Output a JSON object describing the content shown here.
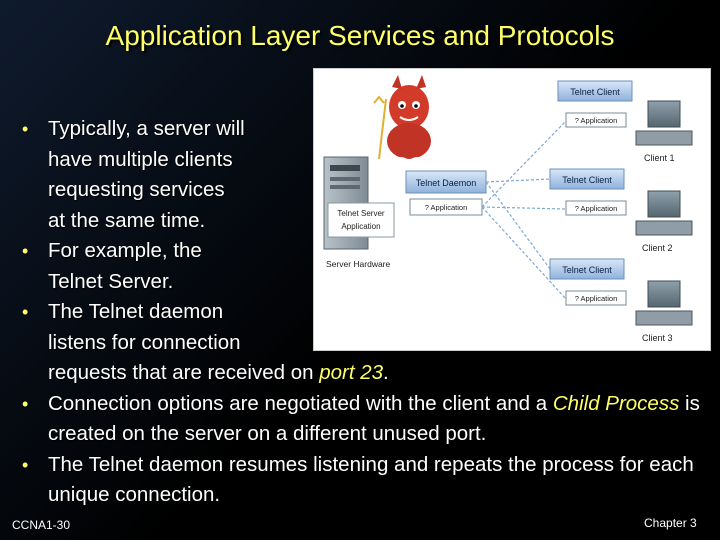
{
  "title": "Application Layer Services and Protocols",
  "bullets": [
    {
      "lines": [
        "Typically, a server will",
        "have multiple clients",
        "requesting services",
        "at the same time."
      ]
    },
    {
      "lines": [
        "For example, the",
        "Telnet Server."
      ]
    },
    {
      "lines": [
        "The Telnet daemon",
        "listens for connection"
      ],
      "tail_pre": "requests that are received on ",
      "tail_hl": "port 23",
      "tail_post": "."
    },
    {
      "pre": "Connection options are negotiated with the client and a ",
      "hl": "Child Process",
      "post": " is created on the server on a different unused port."
    },
    {
      "text": "The Telnet daemon resumes listening and repeats the process for each unique connection."
    }
  ],
  "figure": {
    "telnet_client_label": "Telnet Client",
    "application_label": "? Application",
    "client1": "Client 1",
    "client2": "Client 2",
    "client3": "Client 3",
    "telnet_daemon_label": "Telnet Daemon",
    "telnet_server_label": "Telnet Server",
    "server_application_label": "Application",
    "server_hardware_label": "Server Hardware"
  },
  "footer": {
    "left": "CCNA1-30",
    "right": "Chapter 3"
  }
}
